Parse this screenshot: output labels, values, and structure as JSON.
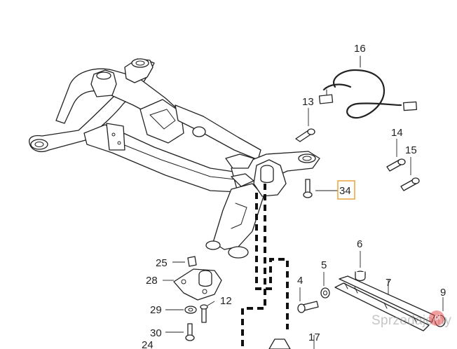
{
  "labels": [
    "16",
    "13",
    "14",
    "15",
    "34",
    "6",
    "5",
    "4",
    "7",
    "9",
    "25",
    "28",
    "12",
    "29",
    "30",
    "24",
    "17"
  ],
  "highlighted_label": "34",
  "watermark": {
    "text": "Sprzedajemy",
    "suffix": ".pl",
    "color": "#e65050"
  }
}
